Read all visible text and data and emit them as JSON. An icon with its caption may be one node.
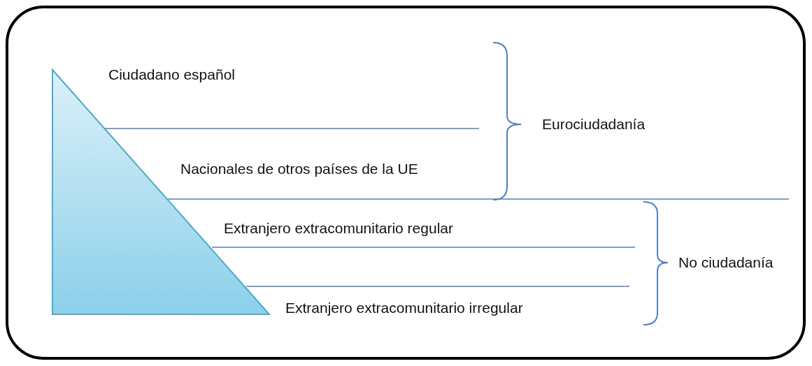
{
  "diagram": {
    "labels": [
      "Ciudadano español",
      "Eurociudadanía",
      "Nacionales de otros países de la UE",
      "Extranjero extracomunitario regular",
      "No ciudadanía",
      "Extranjero extracomunitario irregular"
    ]
  }
}
